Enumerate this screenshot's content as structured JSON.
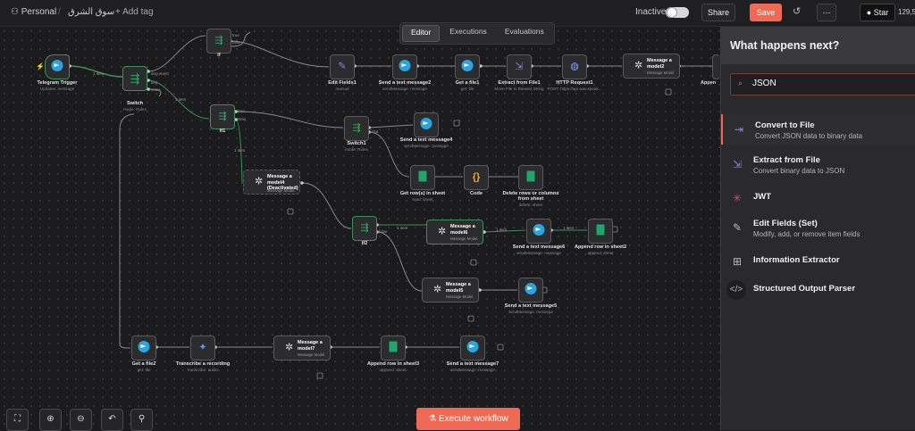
{
  "header": {
    "project": "Personal",
    "workflow_name": "سوق الشرق",
    "add_tag": "+ Add tag",
    "status": "Inactive",
    "share": "Share",
    "save": "Save",
    "github_star": "Star",
    "star_count": "129,5"
  },
  "tabs": [
    {
      "label": "Editor"
    },
    {
      "label": "Executions"
    },
    {
      "label": "Evaluations"
    }
  ],
  "nodes": {
    "telegram_trigger": {
      "label": "Telegram Trigger",
      "sub": "Updates: message"
    },
    "switch": {
      "label": "Switch",
      "sub": "mode: Rules"
    },
    "if_top": {
      "label": "If"
    },
    "if1": {
      "label": "If1"
    },
    "edit_fields1": {
      "label": "Edit Fields1",
      "sub": "manual"
    },
    "send_text2": {
      "label": "Send a text message2",
      "sub": "sendMessage: message"
    },
    "get_file1": {
      "label": "Get a file1",
      "sub": "get: file"
    },
    "extract_file1": {
      "label": "Extract from File1",
      "sub": "Move File to Base64 String"
    },
    "http_request1": {
      "label": "HTTP Request1",
      "sub": "POST: https://api.wav.speak..."
    },
    "message_model2": {
      "label": "Message a model2",
      "sub": "Message Model"
    },
    "append_top": {
      "label": "Appen"
    },
    "switch1": {
      "label": "Switch1",
      "sub": "mode: Rules"
    },
    "send_text4": {
      "label": "Send a text message4",
      "sub": "sendMessage: message"
    },
    "message_model4": {
      "label": "Message a model4 (Deactivated)",
      "sub": "Message Model"
    },
    "get_rows": {
      "label": "Get row(s) in sheet",
      "sub": "read: sheet"
    },
    "code": {
      "label": "Code"
    },
    "delete_rows": {
      "label": "Delete rows or columns from sheet",
      "sub": "delete: sheet"
    },
    "if2": {
      "label": "If2"
    },
    "message_model6": {
      "label": "Message a model6",
      "sub": "Message Model"
    },
    "send_text6": {
      "label": "Send a text message6",
      "sub": "sendMessage: message"
    },
    "append_row2": {
      "label": "Append row in sheet2",
      "sub": "append: sheet"
    },
    "message_model5": {
      "label": "Message a model5",
      "sub": "Message Model"
    },
    "send_text5": {
      "label": "Send a text message5",
      "sub": "sendMessage: message"
    },
    "get_file2": {
      "label": "Get a file2",
      "sub": "get: file"
    },
    "transcribe": {
      "label": "Transcribe a recording",
      "sub": "transcribe: audio"
    },
    "message_model7": {
      "label": "Message a model7",
      "sub": "Message Model"
    },
    "append_row3": {
      "label": "Append row in sheet3",
      "sub": "append: sheet"
    },
    "send_text7": {
      "label": "Send a text message7",
      "sub": "sendMessage: message"
    }
  },
  "edge_labels": {
    "item1": "1 item",
    "item2": "1 item",
    "item3": "1 item",
    "item4": "1 item",
    "item5": "1 item",
    "item6": "1 item",
    "document": "document",
    "text": "text",
    "voice": "voice",
    "true": "true",
    "false": "false",
    "new": "New",
    "out0": "Out",
    "true2": "true",
    "false2": "false"
  },
  "execute_button": "Execute workflow",
  "panel": {
    "title": "What happens next?",
    "search_value": "JSON",
    "items": [
      {
        "title": "Convert to File",
        "desc": "Convert JSON data to binary data",
        "icon": "convert-file-icon",
        "selected": true
      },
      {
        "title": "Extract from File",
        "desc": "Convert binary data to JSON",
        "icon": "extract-file-icon"
      },
      {
        "title": "JWT",
        "desc": "",
        "icon": "jwt-icon"
      },
      {
        "title": "Edit Fields (Set)",
        "desc": "Modify, add, or remove item fields",
        "icon": "pencil-icon"
      },
      {
        "title": "Information Extractor",
        "desc": "",
        "icon": "extractor-icon"
      },
      {
        "title": "Structured Output Parser",
        "desc": "",
        "icon": "code-icon"
      }
    ]
  },
  "colors": {
    "accent": "#ef6a54",
    "telegram": "#2aa3e0",
    "sheets": "#22a56a",
    "switch": "#2fa866"
  }
}
